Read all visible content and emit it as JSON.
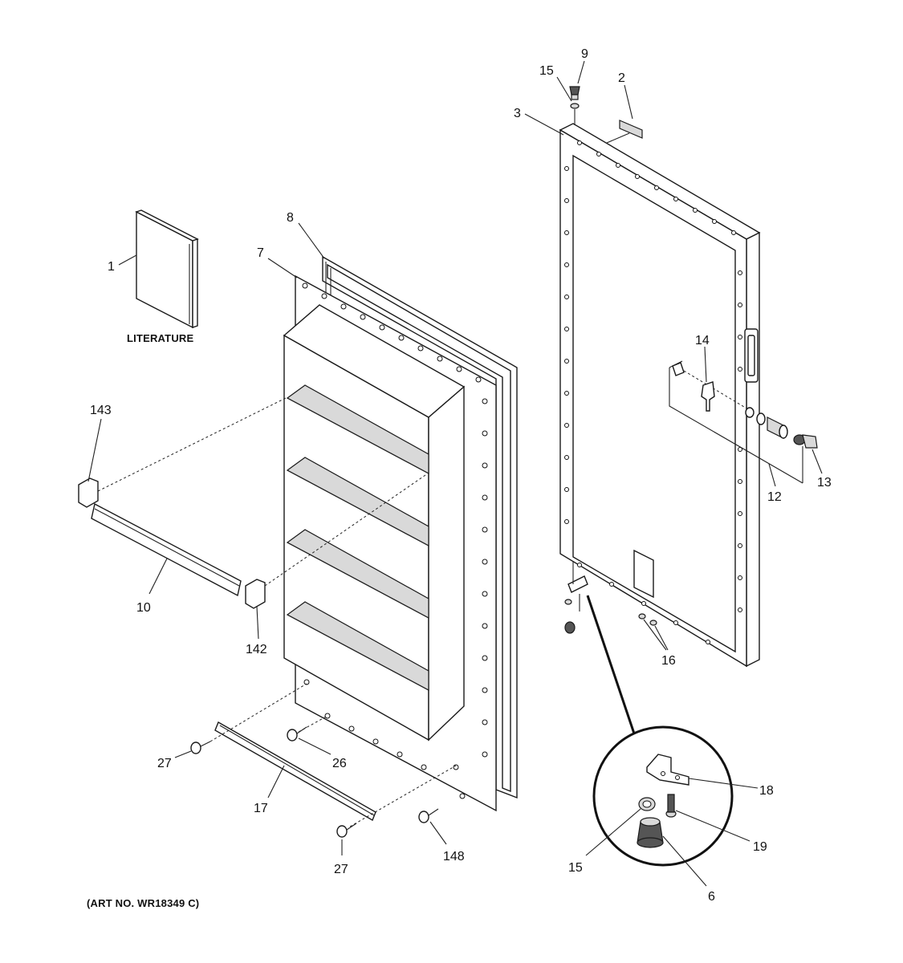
{
  "labels": {
    "literature": "LITERATURE",
    "art_no": "(ART NO. WR18349 C)"
  },
  "callouts": {
    "c1": "1",
    "c2": "2",
    "c3": "3",
    "c6": "6",
    "c7": "7",
    "c8": "8",
    "c9": "9",
    "c10": "10",
    "c12": "12",
    "c13": "13",
    "c14": "14",
    "c15_top": "15",
    "c15_detail": "15",
    "c16": "16",
    "c17": "17",
    "c18": "18",
    "c19": "19",
    "c26": "26",
    "c27_upper": "27",
    "c27_lower": "27",
    "c142": "142",
    "c143": "143",
    "c148": "148"
  },
  "colors": {
    "line": "#222222",
    "fill_light": "#d9d9d9",
    "fill_dark": "#555555",
    "background": "#ffffff"
  }
}
